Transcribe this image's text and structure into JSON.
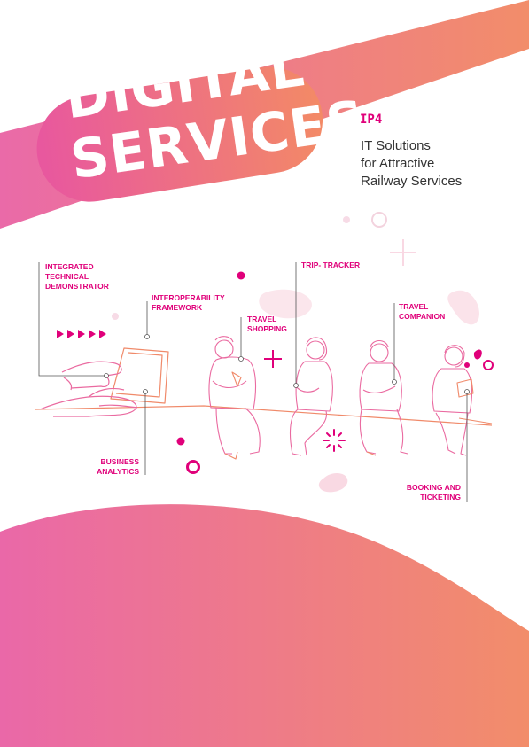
{
  "title": {
    "line1": "DIGITAL",
    "line2": "SERVICES"
  },
  "programme": {
    "code": "IP4",
    "subtitle_lines": [
      "IT Solutions",
      "for Attractive",
      "Railway Services"
    ]
  },
  "labels": {
    "integrated": [
      "INTEGRATED",
      "TECHNICAL",
      "DEMONSTRATOR"
    ],
    "interop": [
      "INTEROPERABILITY",
      "FRAMEWORK"
    ],
    "shopping": [
      "TRAVEL",
      "SHOPPING"
    ],
    "trip": [
      "TRIP- TRACKER"
    ],
    "companion": [
      "TRAVEL",
      "COMPANION"
    ],
    "business": [
      "BUSINESS",
      "ANALYTICS"
    ],
    "booking": [
      "BOOKING AND",
      "TICKETING"
    ]
  },
  "colors": {
    "pink": "#e96bb0",
    "orange": "#f28d6a",
    "magenta": "#e0007a",
    "line": "#555555"
  }
}
